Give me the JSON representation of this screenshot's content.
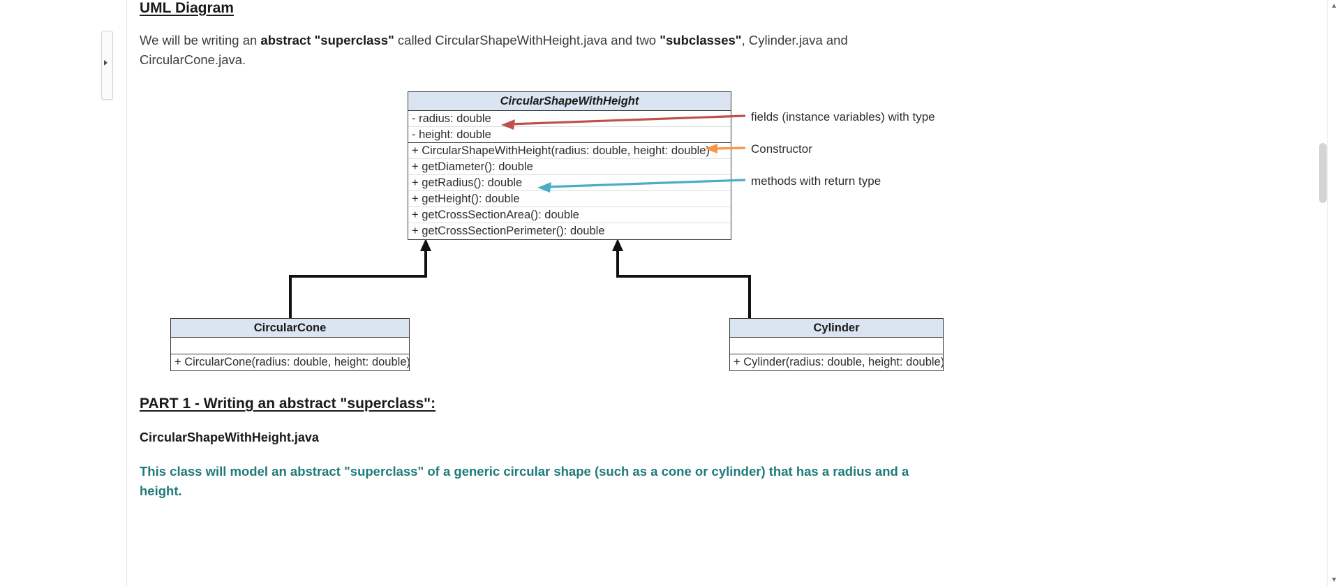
{
  "document": {
    "section_title": "UML Diagram",
    "intro": {
      "prefix": "We will be writing an ",
      "bold1": "abstract \"superclass\"",
      "middle": " called CircularShapeWithHeight.java and two ",
      "bold2": "\"subclasses\"",
      "suffix": ", Cylinder.java and CircularCone.java."
    },
    "part1_heading": "PART 1 - Writing an abstract \"superclass\":",
    "file_name": "CircularShapeWithHeight.java",
    "closing_text": "This class will model an abstract \"superclass\" of a generic circular shape (such as a cone or cylinder) that has a radius and a height."
  },
  "uml": {
    "superclass": {
      "name": "CircularShapeWithHeight",
      "fields": [
        "- radius: double",
        "- height: double"
      ],
      "methods": [
        "+ CircularShapeWithHeight(radius: double, height: double)",
        "+ getDiameter(): double",
        "+ getRadius(): double",
        "+ getHeight(): double",
        "+ getCrossSectionArea(): double",
        "+ getCrossSectionPerimeter(): double"
      ]
    },
    "subclasses": [
      {
        "name": "CircularCone",
        "fields": [],
        "methods": [
          "+ CircularCone(radius: double, height: double)"
        ]
      },
      {
        "name": "Cylinder",
        "fields": [],
        "methods": [
          "+ Cylinder(radius: double, height: double)"
        ]
      }
    ],
    "annotations": [
      {
        "label": "fields (instance variables) with type",
        "color": "#c0504d"
      },
      {
        "label": "Constructor",
        "color": "#f79646"
      },
      {
        "label": "methods with return type",
        "color": "#4bacc6"
      }
    ]
  },
  "colors": {
    "header_fill": "#dbe5f1",
    "box_border": "#3a3a3a",
    "arrow_fields": "#c0504d",
    "arrow_constructor": "#f79646",
    "arrow_methods": "#4bacc6",
    "closing_text": "#1f7a7a"
  },
  "chrome": {
    "scroll_up_glyph": "▲",
    "scroll_down_glyph": "▼",
    "collapse_glyph": "▶"
  }
}
